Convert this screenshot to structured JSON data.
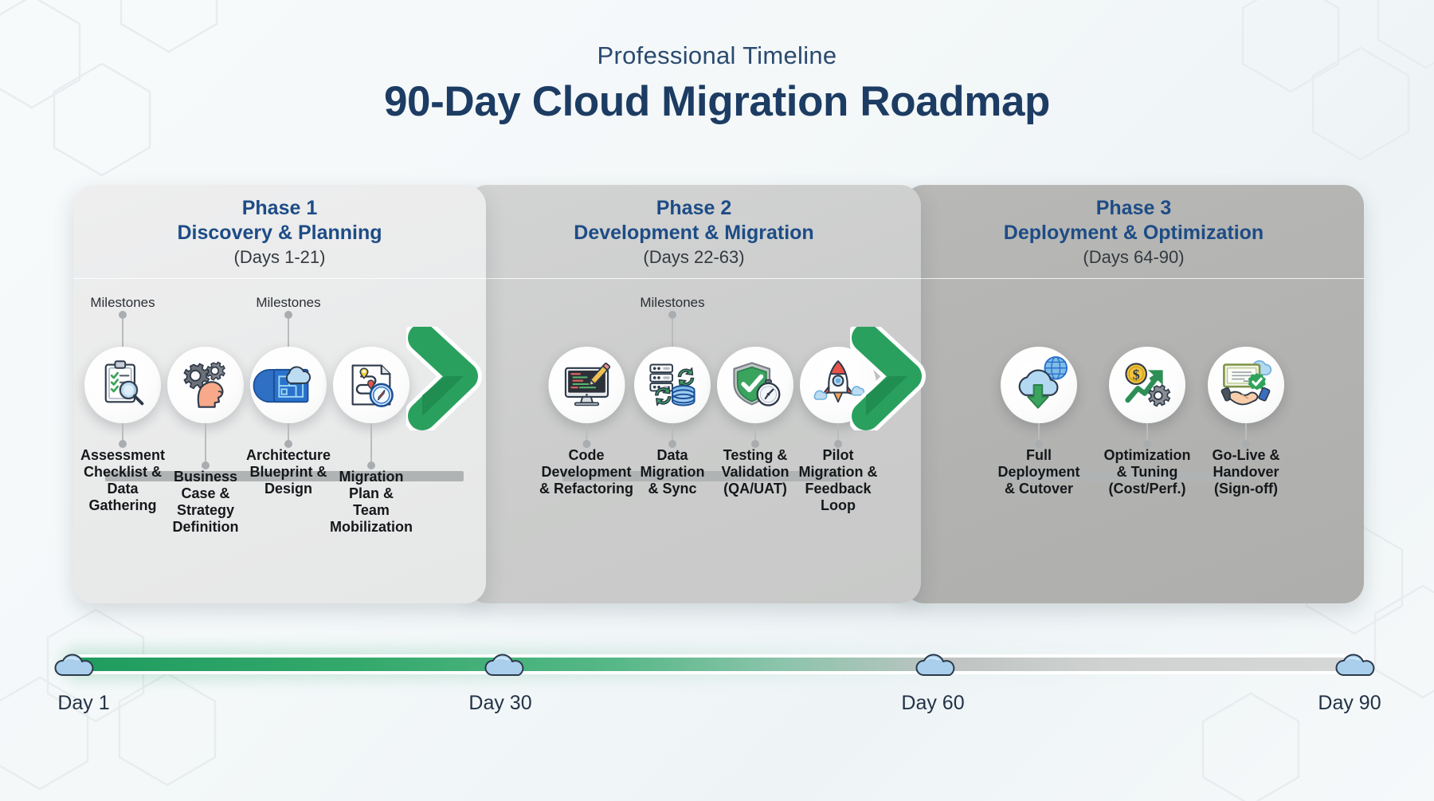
{
  "header": {
    "eyebrow": "Professional Timeline",
    "title": "90-Day Cloud Migration Roadmap"
  },
  "milestones_label": "Milestones",
  "phases": [
    {
      "number": "Phase 1",
      "name": "Discovery & Planning",
      "days": "(Days 1-21)",
      "nodes": [
        {
          "label": "Assessment\nChecklist &\nData\nGathering",
          "icon": "clipboard-magnifier-icon"
        },
        {
          "label": "Business\nCase &\nStrategy\nDefinition",
          "icon": "gears-head-icon"
        },
        {
          "label": "Architecture\nBlueprint &\nDesign",
          "icon": "blueprint-cloud-icon"
        },
        {
          "label": "Migration\nPlan &\nTeam\nMobilization",
          "icon": "route-map-compass-icon"
        }
      ]
    },
    {
      "number": "Phase 2",
      "name": "Development & Migration",
      "days": "(Days 22-63)",
      "nodes": [
        {
          "label": "Code\nDevelopment\n& Refactoring",
          "icon": "monitor-code-pencil-icon"
        },
        {
          "label": "Data\nMigration\n& Sync",
          "icon": "server-database-sync-icon"
        },
        {
          "label": "Testing &\nValidation\n(QA/UAT)",
          "icon": "shield-check-stopwatch-icon"
        },
        {
          "label": "Pilot\nMigration &\nFeedback\nLoop",
          "icon": "rocket-launch-icon"
        }
      ]
    },
    {
      "number": "Phase 3",
      "name": "Deployment & Optimization",
      "days": "(Days 64-90)",
      "nodes": [
        {
          "label": "Full\nDeployment\n& Cutover",
          "icon": "cloud-download-globe-icon"
        },
        {
          "label": "Optimization\n& Tuning\n(Cost/Perf.)",
          "icon": "dollar-growth-gear-icon"
        },
        {
          "label": "Go-Live &\nHandover\n(Sign-off)",
          "icon": "certificate-handshake-icon"
        }
      ]
    }
  ],
  "timeline": {
    "markers": [
      {
        "label": "Day 1"
      },
      {
        "label": "Day 30"
      },
      {
        "label": "Day 60"
      },
      {
        "label": "Day 90"
      }
    ]
  },
  "colors": {
    "title": "#1d3c63",
    "phase_heading": "#1d4c86",
    "accent_green": "#2ea05e",
    "track_green": "#1f9c5f",
    "track_gray": "#d6d8d7"
  }
}
